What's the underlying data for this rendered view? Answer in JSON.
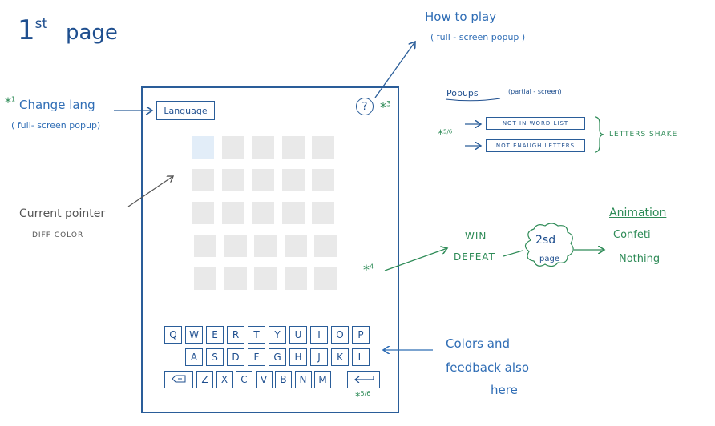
{
  "page_title": {
    "main": "1",
    "sup": "st",
    "rest": "page"
  },
  "annotations": {
    "how_to_play": "How to play",
    "how_to_play_sub": "( full - screen    popup )",
    "change_lang_star": "*",
    "change_lang_num": "1",
    "change_lang": "Change lang",
    "change_lang_sub": "( full- screen   popup)",
    "help_star": "*",
    "help_num": "3",
    "pointer_line1": "Current  pointer",
    "pointer_line2": "DIFF    COLOR",
    "popups_title": "Popups",
    "popups_sub": "(partial - screen)",
    "popups_star": "*",
    "popups_num": "5/6",
    "letters_shake": "LETTERS  SHAKE",
    "result_star": "*",
    "result_num": "4",
    "win": "WIN",
    "defeat": "DEFEAT",
    "second_page_line1": "2sd",
    "second_page_line2": "page",
    "animation_title": "Animation",
    "animation_1": "Confeti",
    "animation_2": "Nothing",
    "colors_line1": "Colors   and",
    "colors_line2": "feedback   also",
    "colors_line3": "here",
    "keyboard_star": "*",
    "keyboard_num": "5/6"
  },
  "ui": {
    "language_button": "Language",
    "help_button": "?"
  },
  "popups": [
    "NOT  IN  WORD  LIST",
    "NOT  ENAUGH  LETTERS"
  ],
  "keyboard": {
    "row1": [
      "Q",
      "W",
      "E",
      "R",
      "T",
      "Y",
      "U",
      "I",
      "O",
      "P"
    ],
    "row2": [
      "A",
      "S",
      "D",
      "F",
      "G",
      "H",
      "J",
      "K",
      "L"
    ],
    "row3_letters": [
      "Z",
      "X",
      "C",
      "V",
      "B",
      "N",
      "M"
    ],
    "backspace_icon": "backspace-icon",
    "enter_icon": "enter-icon"
  },
  "grid": {
    "rows": 5,
    "cols": 5,
    "current_cell": [
      0,
      0
    ]
  },
  "colors": {
    "navy": "#1f4f8f",
    "blue": "#2f6db5",
    "green": "#2e8b57",
    "cell": "#e9e9e9",
    "current": "#e2edf8"
  }
}
